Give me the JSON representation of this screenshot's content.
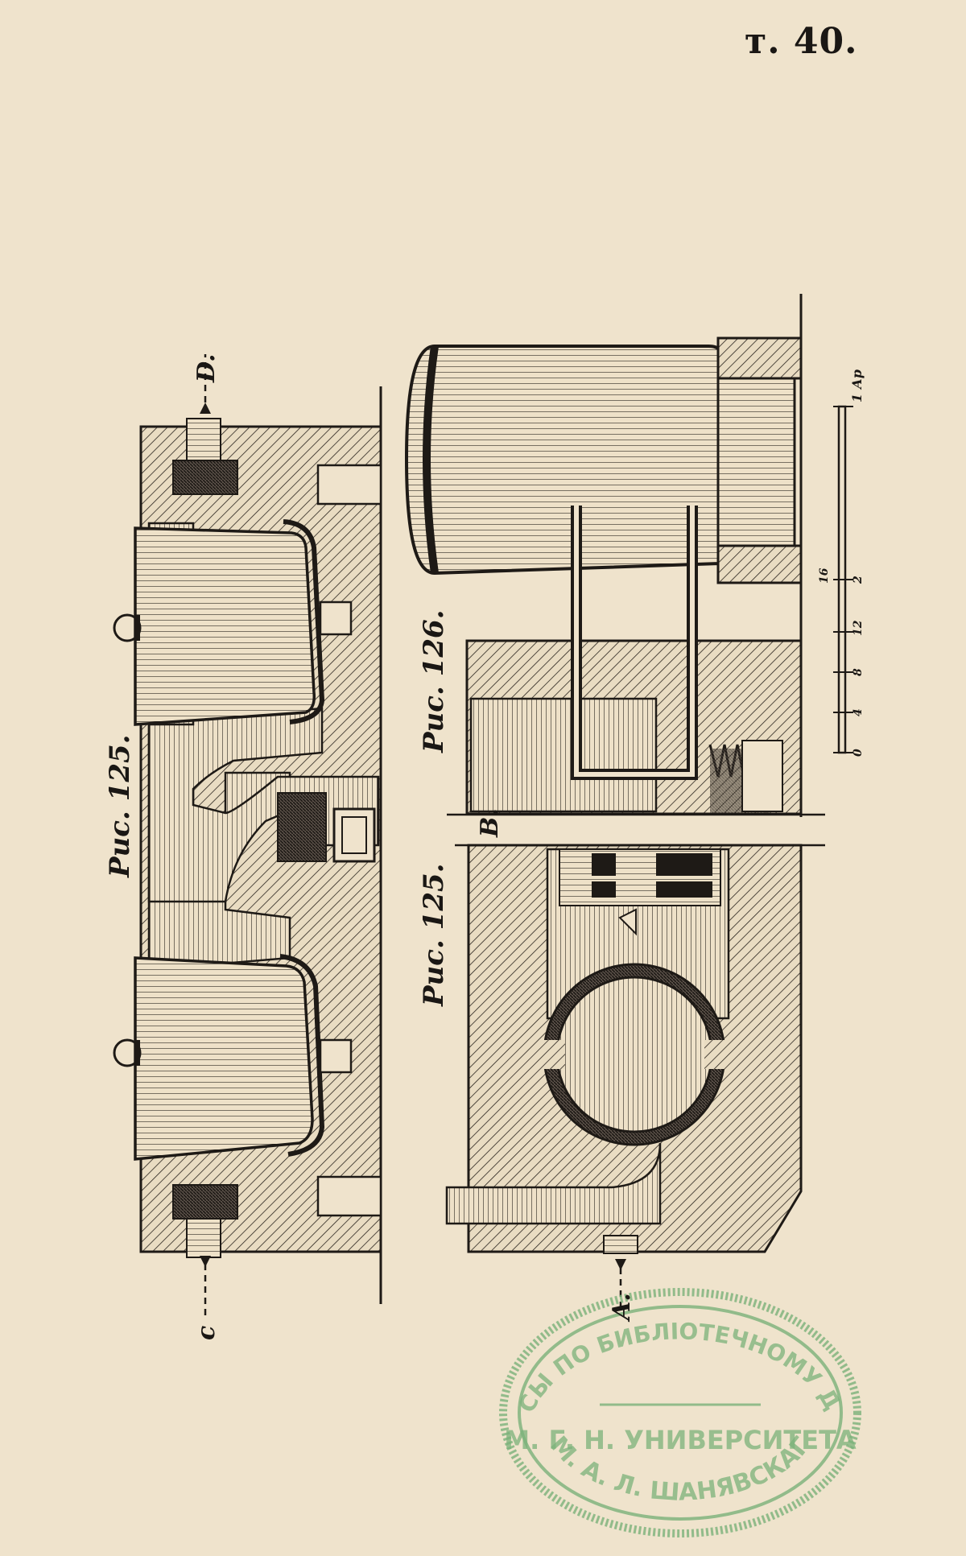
{
  "plate": {
    "number": "т. 40."
  },
  "figures": {
    "fig125_upper": "Рис. 125.",
    "fig125_lower": "Рис. 125.",
    "fig126": "Рис. 126."
  },
  "section_marks": {
    "c": "c",
    "d": "D.",
    "a": "A.",
    "b": "B."
  },
  "scale": {
    "ticks": [
      "0",
      "4",
      "8",
      "12",
      "16"
    ],
    "mid_mark": "2",
    "end_label": "1 Ар"
  },
  "stamp": {
    "top_arc": "КУРСЫ ПО БИБЛІОТЕЧНОМУ ДѢЛУ",
    "middle": "М. Г. Н. УНИВЕРСИТЕТА",
    "bottom_arc": "ИМ. А. Л. ШАНЯВСКАГО",
    "color": "#7bb27a"
  },
  "colors": {
    "paper": "#efe3cc",
    "ink": "#1e1a16"
  }
}
